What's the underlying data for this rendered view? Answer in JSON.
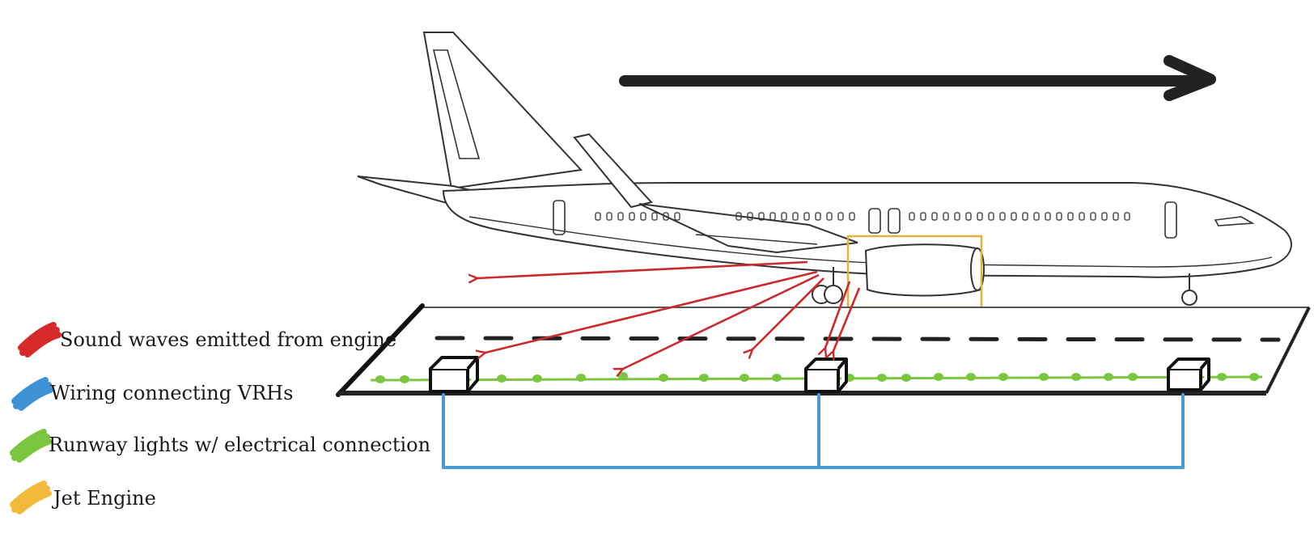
{
  "legend": {
    "items": [
      {
        "label": "Sound waves emitted from engine",
        "color": "#d62a2a",
        "icon": "red-swatch"
      },
      {
        "label": "Wiring connecting VRHs",
        "color": "#3d93d6",
        "icon": "blue-swatch"
      },
      {
        "label": "Runway lights w/ electrical connection",
        "color": "#7bc63f",
        "icon": "green-swatch"
      },
      {
        "label": "Jet Engine",
        "color": "#f2b93b",
        "icon": "yellow-swatch"
      }
    ]
  },
  "colors": {
    "sound": "#cc2a2a",
    "wiring": "#4a9bd4",
    "lights": "#7bc63f",
    "engine_box": "#e6b23c",
    "outline": "#2a2a2a",
    "direction_arrow": "#222222"
  },
  "icons": {
    "aircraft": "airplane-side-view-icon",
    "direction": "arrow-right-icon",
    "sensor": "vrh-box-icon"
  }
}
